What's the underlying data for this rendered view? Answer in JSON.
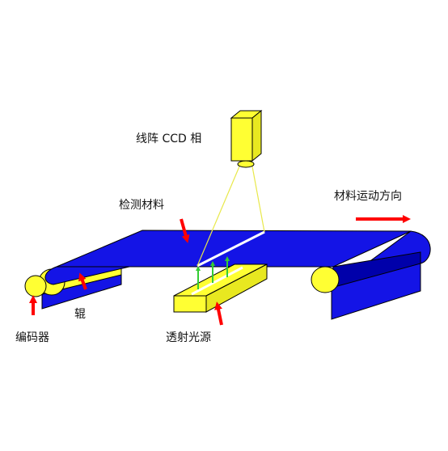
{
  "labels": {
    "camera": "线阵 CCD 相",
    "inspected_material": "检测材料",
    "motion_direction": "材料运动方向",
    "roller": "辊",
    "encoder": "编码器",
    "transmitted_light": "透射光源"
  },
  "icons": {
    "camera": "line-scan-camera-icon",
    "belt": "conveyor-belt-icon",
    "roller": "roller-cylinder-icon",
    "encoder": "encoder-icon",
    "light": "light-bar-icon"
  },
  "colors": {
    "belt": "#1414e6",
    "belt_dark": "#0000aa",
    "yellow": "#ffff33",
    "outline": "#000000",
    "arrow_red": "#ff0000",
    "light_green": "#33cc33",
    "scan_white": "#ffffff",
    "beam_yellow": "#e8e84a"
  }
}
